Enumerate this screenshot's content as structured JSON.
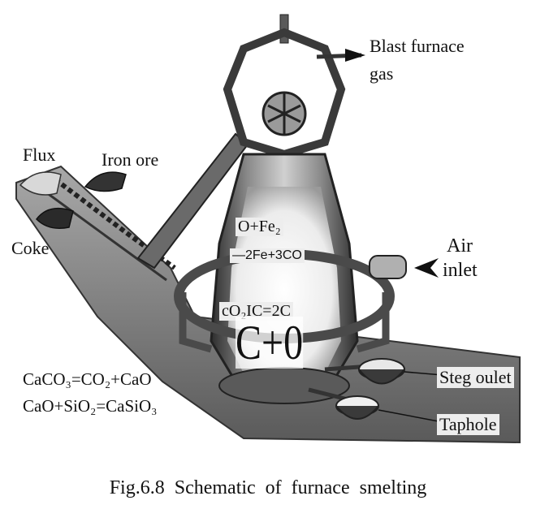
{
  "labels": {
    "blast_gas_line1": "Blast furnace",
    "blast_gas_line2": "gas",
    "flux": "Flux",
    "iron_ore": "Iron ore",
    "coke": "Coke",
    "air_line1": "Air",
    "air_line2": "inlet",
    "slag_outlet": "Steg oulet",
    "taphole": "Taphole"
  },
  "reactions": {
    "r1_top": "O+Fe₂",
    "r1_bottom": "—2Fe+3CO",
    "r2": "cO₂IC=2C",
    "r3": "C+0",
    "r4": "CaCO₃=CO₂+CaO",
    "r5": "CaO+SiO₂=CaSiO₃"
  },
  "caption": "Fig.6.8  Schematic  of  furnace  smelting",
  "colors": {
    "ink": "#111111",
    "steel_dark": "#3a3a3a",
    "steel_mid": "#7a7a7a",
    "steel_light": "#bdbdbd",
    "glow": "#f4f4f4"
  }
}
